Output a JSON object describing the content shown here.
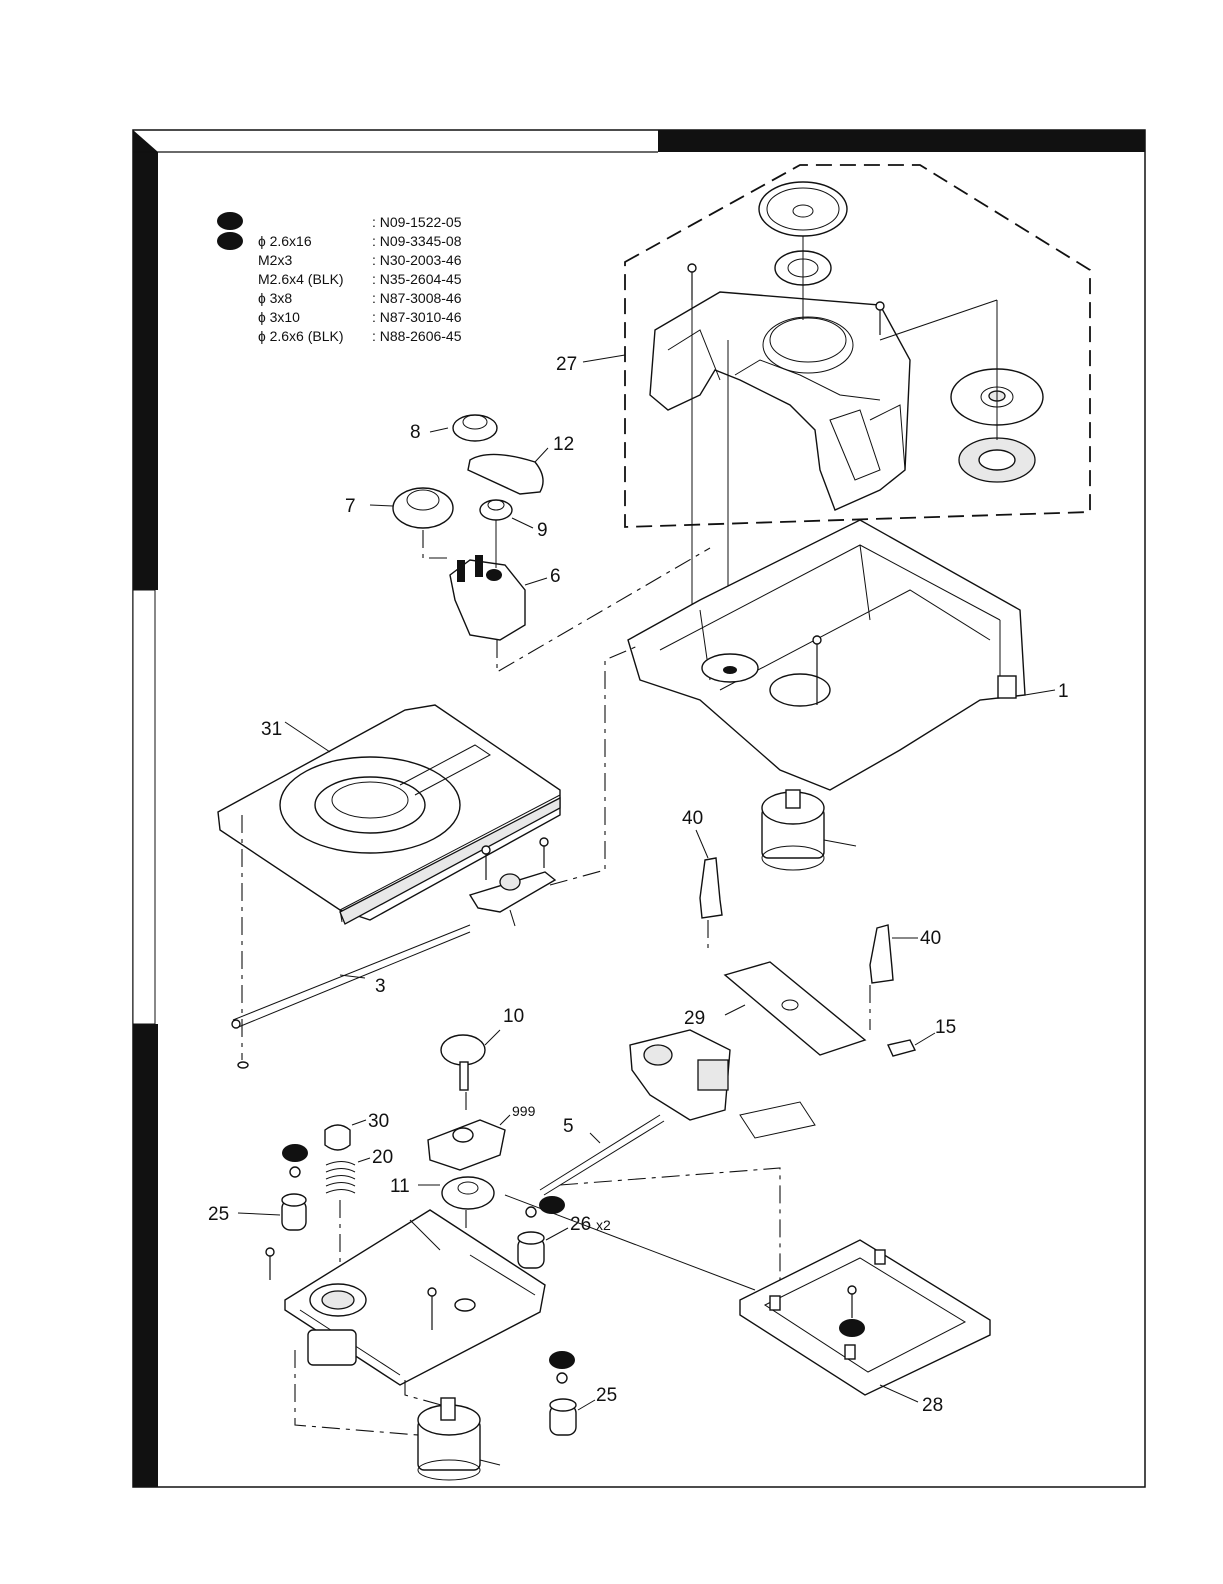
{
  "screw_table": [
    {
      "size": "",
      "part": ": N09-1522-05"
    },
    {
      "size": "ɸ 2.6x16",
      "part": ": N09-3345-08"
    },
    {
      "size": "M2x3",
      "part": ": N30-2003-46"
    },
    {
      "size": "M2.6x4 (BLK)",
      "part": ": N35-2604-45"
    },
    {
      "size": "ɸ 3x8",
      "part": ": N87-3008-46"
    },
    {
      "size": "ɸ 3x10",
      "part": ": N87-3010-46"
    },
    {
      "size": "ɸ 2.6x6 (BLK)",
      "part": ": N88-2606-45"
    }
  ],
  "callouts": {
    "c1": "1",
    "c3": "3",
    "c5": "5",
    "c6": "6",
    "c7": "7",
    "c8": "8",
    "c9": "9",
    "c10": "10",
    "c11": "11",
    "c12": "12",
    "c15": "15",
    "c20": "20",
    "c25a": "25",
    "c25b": "25",
    "c26": "26",
    "c26x": "x2",
    "c27": "27",
    "c28": "28",
    "c29": "29",
    "c30": "30",
    "c31": "31",
    "c40a": "40",
    "c40b": "40",
    "c999": "999"
  },
  "colors": {
    "ink": "#111111",
    "paper": "#ffffff"
  }
}
